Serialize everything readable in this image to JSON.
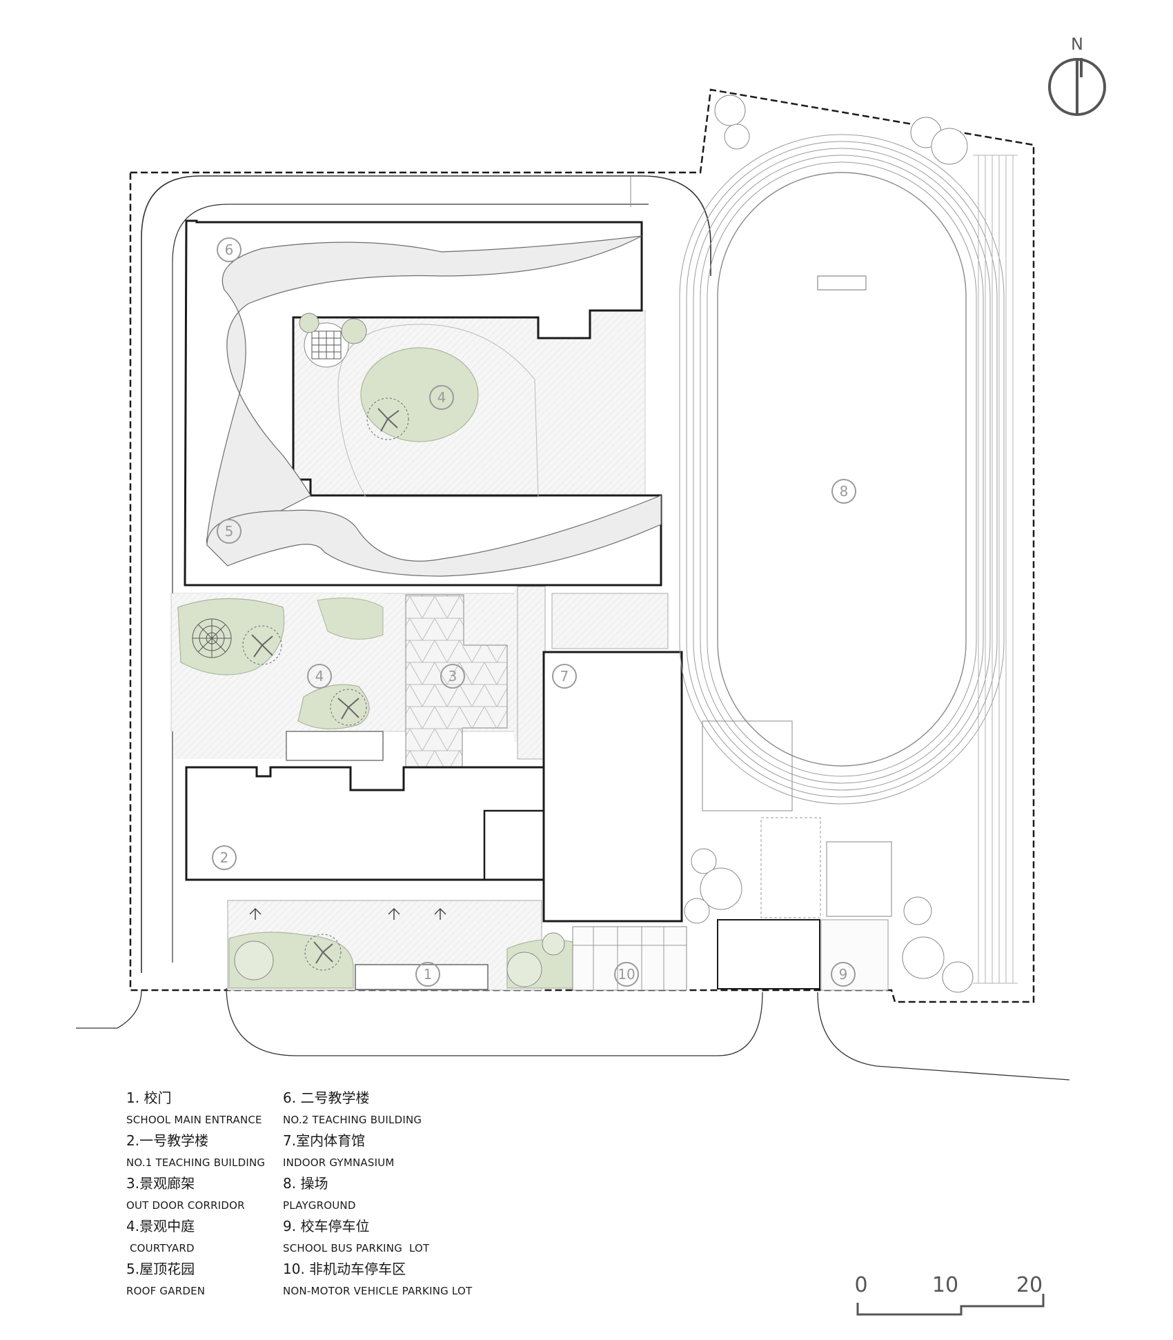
{
  "north": {
    "label": "N"
  },
  "scale": {
    "labels": [
      "0",
      "10",
      "20"
    ]
  },
  "plan_labels": [
    "1",
    "2",
    "3",
    "4",
    "4",
    "5",
    "6",
    "7",
    "8",
    "9",
    "10"
  ],
  "legend": [
    {
      "zh": "1. 校门",
      "en": "SCHOOL MAIN ENTRANCE"
    },
    {
      "zh": "2.一号教学楼",
      "en": "NO.1 TEACHING BUILDING"
    },
    {
      "zh": "3.景观廊架",
      "en": "OUT DOOR CORRIDOR"
    },
    {
      "zh": "4.景观中庭",
      "en": " COURTYARD"
    },
    {
      "zh": "5.屋顶花园",
      "en": "ROOF GARDEN"
    },
    {
      "zh": "6. 二号教学楼",
      "en": "NO.2 TEACHING BUILDING"
    },
    {
      "zh": "7.室内体育馆",
      "en": "INDOOR GYMNASIUM"
    },
    {
      "zh": "8. 操场",
      "en": "PLAYGROUND"
    },
    {
      "zh": "9. 校车停车位",
      "en": "SCHOOL BUS PARKING  LOT"
    },
    {
      "zh": "10. 非机动车停车区",
      "en": "NON-MOTOR VEHICLE PARKING LOT"
    }
  ],
  "colors": {
    "line": "#1a1a1a",
    "thin": "#8a8a8a",
    "green": "#d9e3cc",
    "grey": "#f2f2f2",
    "label": "#9a9a9a"
  }
}
